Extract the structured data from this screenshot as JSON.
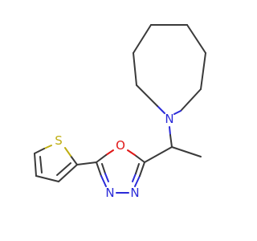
{
  "molecule": {
    "atoms": {
      "amine_nitrogen": "N",
      "oxadiazole_oxygen": "O",
      "oxadiazole_nitrogen_left": "N",
      "oxadiazole_nitrogen_right": "N",
      "thiophene_sulfur": "S"
    },
    "colors": {
      "bond": "#3a3a3a",
      "nitrogen": "#2a2ad8",
      "oxygen": "#e01818",
      "sulfur": "#bfae12",
      "background": "#ffffff"
    }
  }
}
